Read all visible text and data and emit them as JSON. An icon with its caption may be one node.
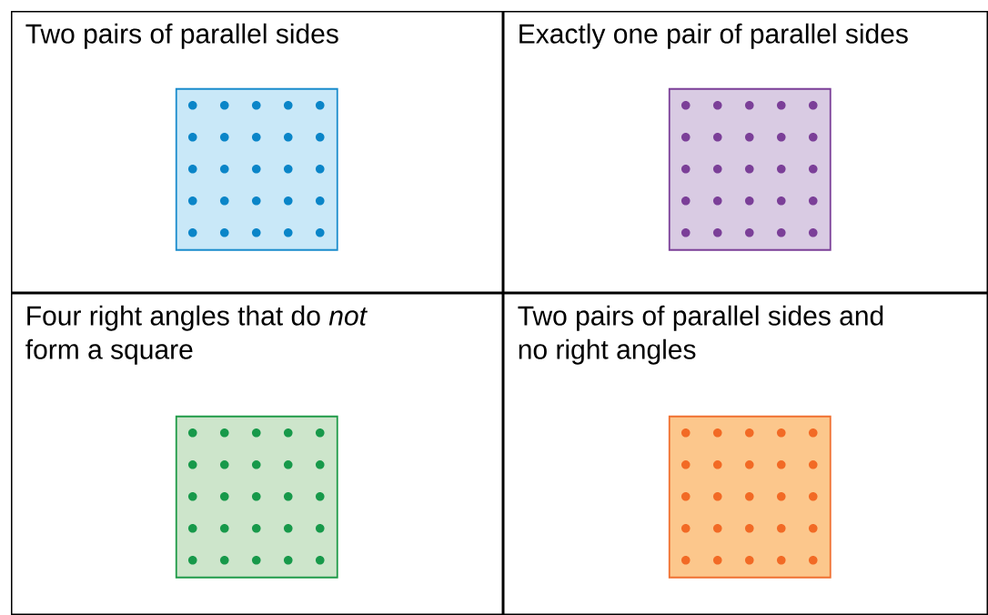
{
  "diagram": {
    "nodes": [
      {
        "text": [
          "Two pairs of parallel sides"
        ]
      },
      {
        "text": [],
        "shape": "box",
        "in": 0
      },
      {
        "text": [
          "Exactly one pair of parallel sides"
        ]
      },
      {
        "text": [],
        "shape": "box",
        "in": 2
      },
      {
        "text": [
          "Four right angles that do *not* form a square"
        ]
      },
      {
        "text": [],
        "shape": "box",
        "in": 4
      },
      {
        "text": [
          "Two pairs of parallel sides and no right angles"
        ]
      },
      {
        "text": [],
        "shape": "box",
        "in": 6
      }
    ],
    "edges": []
  }
}
